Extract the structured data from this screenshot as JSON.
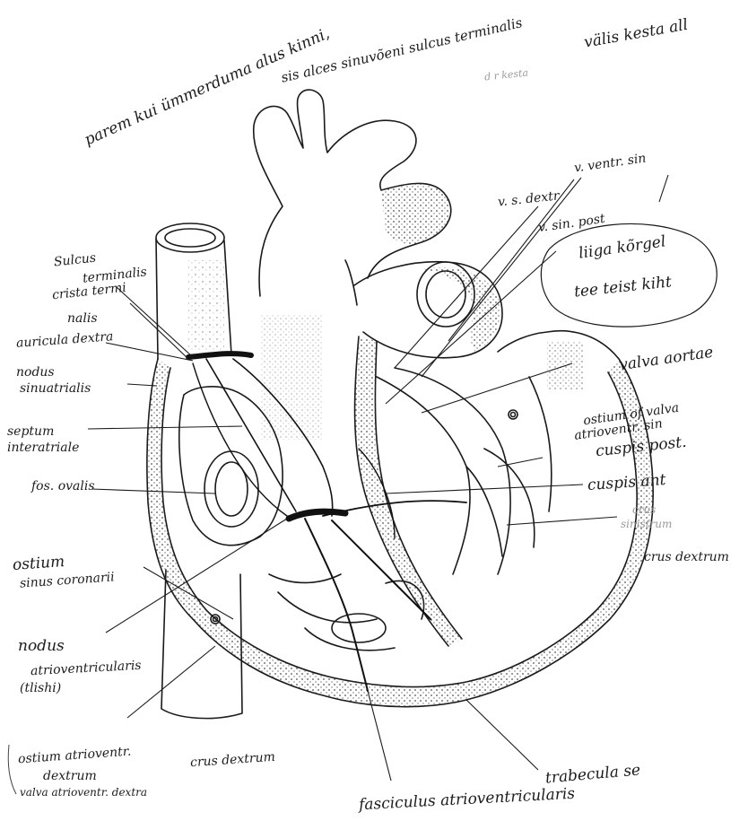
{
  "notes": {
    "top_line1": "parem kui ümmerduma alus kinni,",
    "top_line2": "sis alces sinuvõeni sulcus terminalis",
    "top_line3": "välis kesta all",
    "top_faint": "d    r    kesta",
    "circle_line1": "liiga kõrgel",
    "circle_line2": "tee teist kiht"
  },
  "labels": {
    "v_cordis_media": "v. s. dextr",
    "v_ventr_sin": "v. ventr. sin",
    "v_sin_post": "v. sin. post",
    "sulcus_1": "Sulcus",
    "sulcus_2": "terminalis",
    "crista_1": "crista termi",
    "crista_2": "nalis",
    "auricula": "auricula dextra",
    "nodus_1": "nodus",
    "nodus_2": "sinuatrialis",
    "septum_1": "septum",
    "septum_2": "interatriale",
    "fossa": "fos. ovalis",
    "ostium_sinus_1": "ostium",
    "ostium_sinus_2": "sinus coronarii",
    "nodus_av_1": "nodus",
    "nodus_av_2": "atrioventricularis",
    "nodus_av_3": "(tlishi)",
    "valva_aortae": "valva aortae",
    "ostium_av_1": "ostium of valva",
    "ostium_av_2": "atrioventr. sin",
    "cuspis_post": "cuspis post.",
    "cuspis_ant": "cuspis ant",
    "crus_sin_1": "crus",
    "crus_sin_2": "sinistrum",
    "crus_dextrum_r": "crus dextrum",
    "ostium_av_dex_1": "ostium atrioventr.",
    "ostium_av_dex_2": "dextrum",
    "valva_av_dex": "valva atrioventr. dextra",
    "crus_dextrum_b": "crus dextrum",
    "trabecula": "trabecula se",
    "fasciculus": "fasciculus atrioventricularis"
  }
}
